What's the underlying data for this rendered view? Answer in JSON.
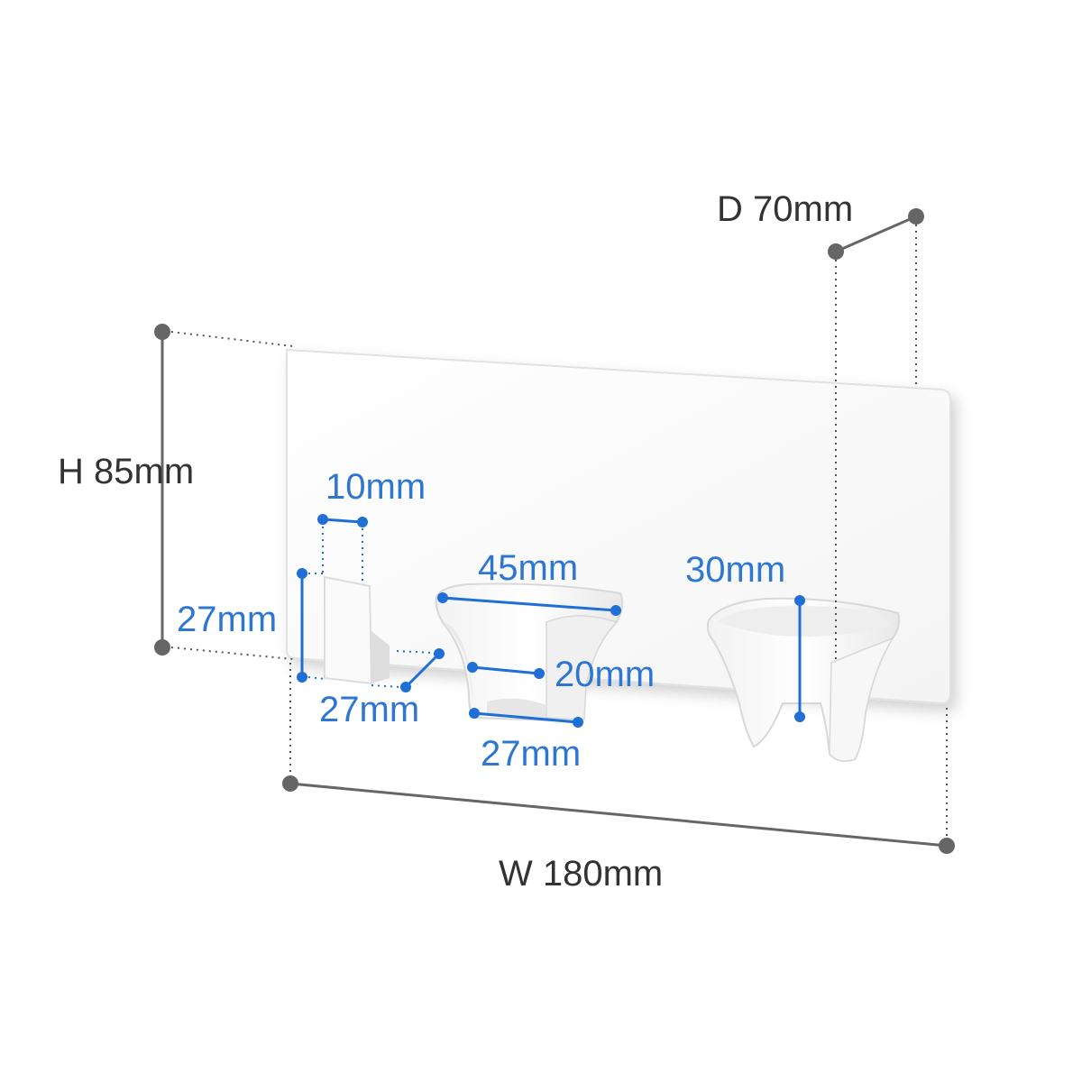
{
  "dimensions": {
    "overall": {
      "depth": "D 70mm",
      "height": "H 85mm",
      "width": "W 180mm"
    },
    "details": {
      "hook_width": "10mm",
      "hook_height": "27mm",
      "hook_depth": "27mm",
      "holder_top_width": "45mm",
      "holder_inner_width": "20mm",
      "holder_bottom_width": "27mm",
      "small_holder_height": "30mm"
    }
  },
  "colors": {
    "overall_dimension": "#666666",
    "detail_dimension": "#1f6fd6",
    "product": "#ffffff"
  }
}
